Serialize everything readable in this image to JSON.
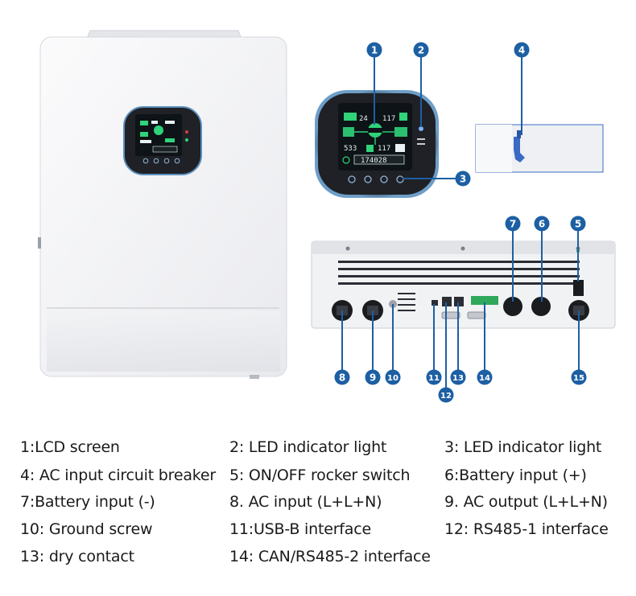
{
  "callouts": [
    "1",
    "2",
    "3",
    "4",
    "5",
    "6",
    "7",
    "8",
    "9",
    "10",
    "11",
    "12",
    "13",
    "14",
    "15"
  ],
  "lcd": {
    "big_readout": "174028",
    "small_readout": "533",
    "value_a": "24",
    "value_b": "117",
    "value_c": "117"
  },
  "legend": [
    "1:LCD screen",
    "2: LED indicator light",
    "3: LED indicator light",
    "4: AC input circuit breaker",
    "5: ON/OFF rocker switch",
    "6:Battery input (+)",
    "7:Battery input (-)",
    "8. AC input (L+L+N)",
    "9. AC output (L+L+N)",
    "10: Ground screw",
    "11:USB-B interface",
    "12: RS485-1 interface",
    "13: dry contact",
    "14: CAN/RS485-2 interface"
  ],
  "colors": {
    "callout": "#1d5fa3",
    "body": "#f4f5f7",
    "screen_bezel": "#1f2126",
    "screen": "#0d1316",
    "accent_green": "#2fd37a",
    "accent_blue": "#3a6bc4"
  }
}
